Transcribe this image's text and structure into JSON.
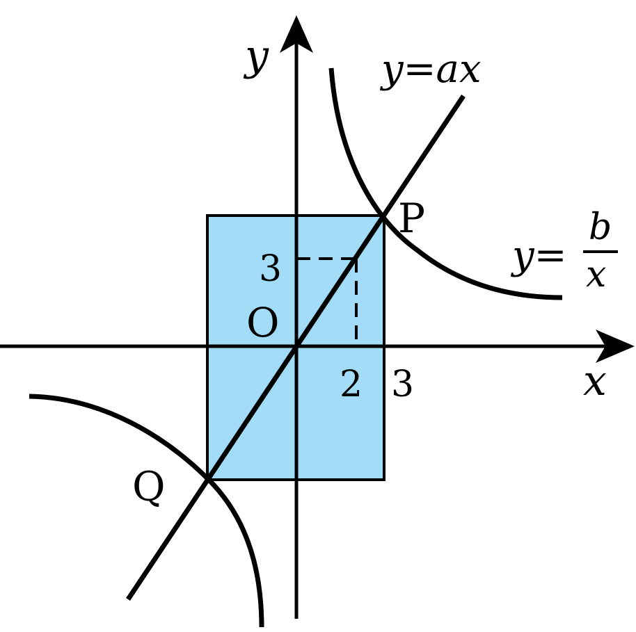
{
  "labels": {
    "y_axis": "y",
    "x_axis": "x",
    "origin": "O",
    "point_p": "P",
    "point_q": "Q",
    "tick_y_3": "3",
    "tick_x_2": "2",
    "tick_x_3": "3",
    "line_eq": "y=ax",
    "hyperbola_lhs": "y=",
    "hyperbola_num": "b",
    "hyperbola_den": "x"
  },
  "colors": {
    "rect_fill": "#a2dcf6",
    "stroke": "#000000"
  }
}
